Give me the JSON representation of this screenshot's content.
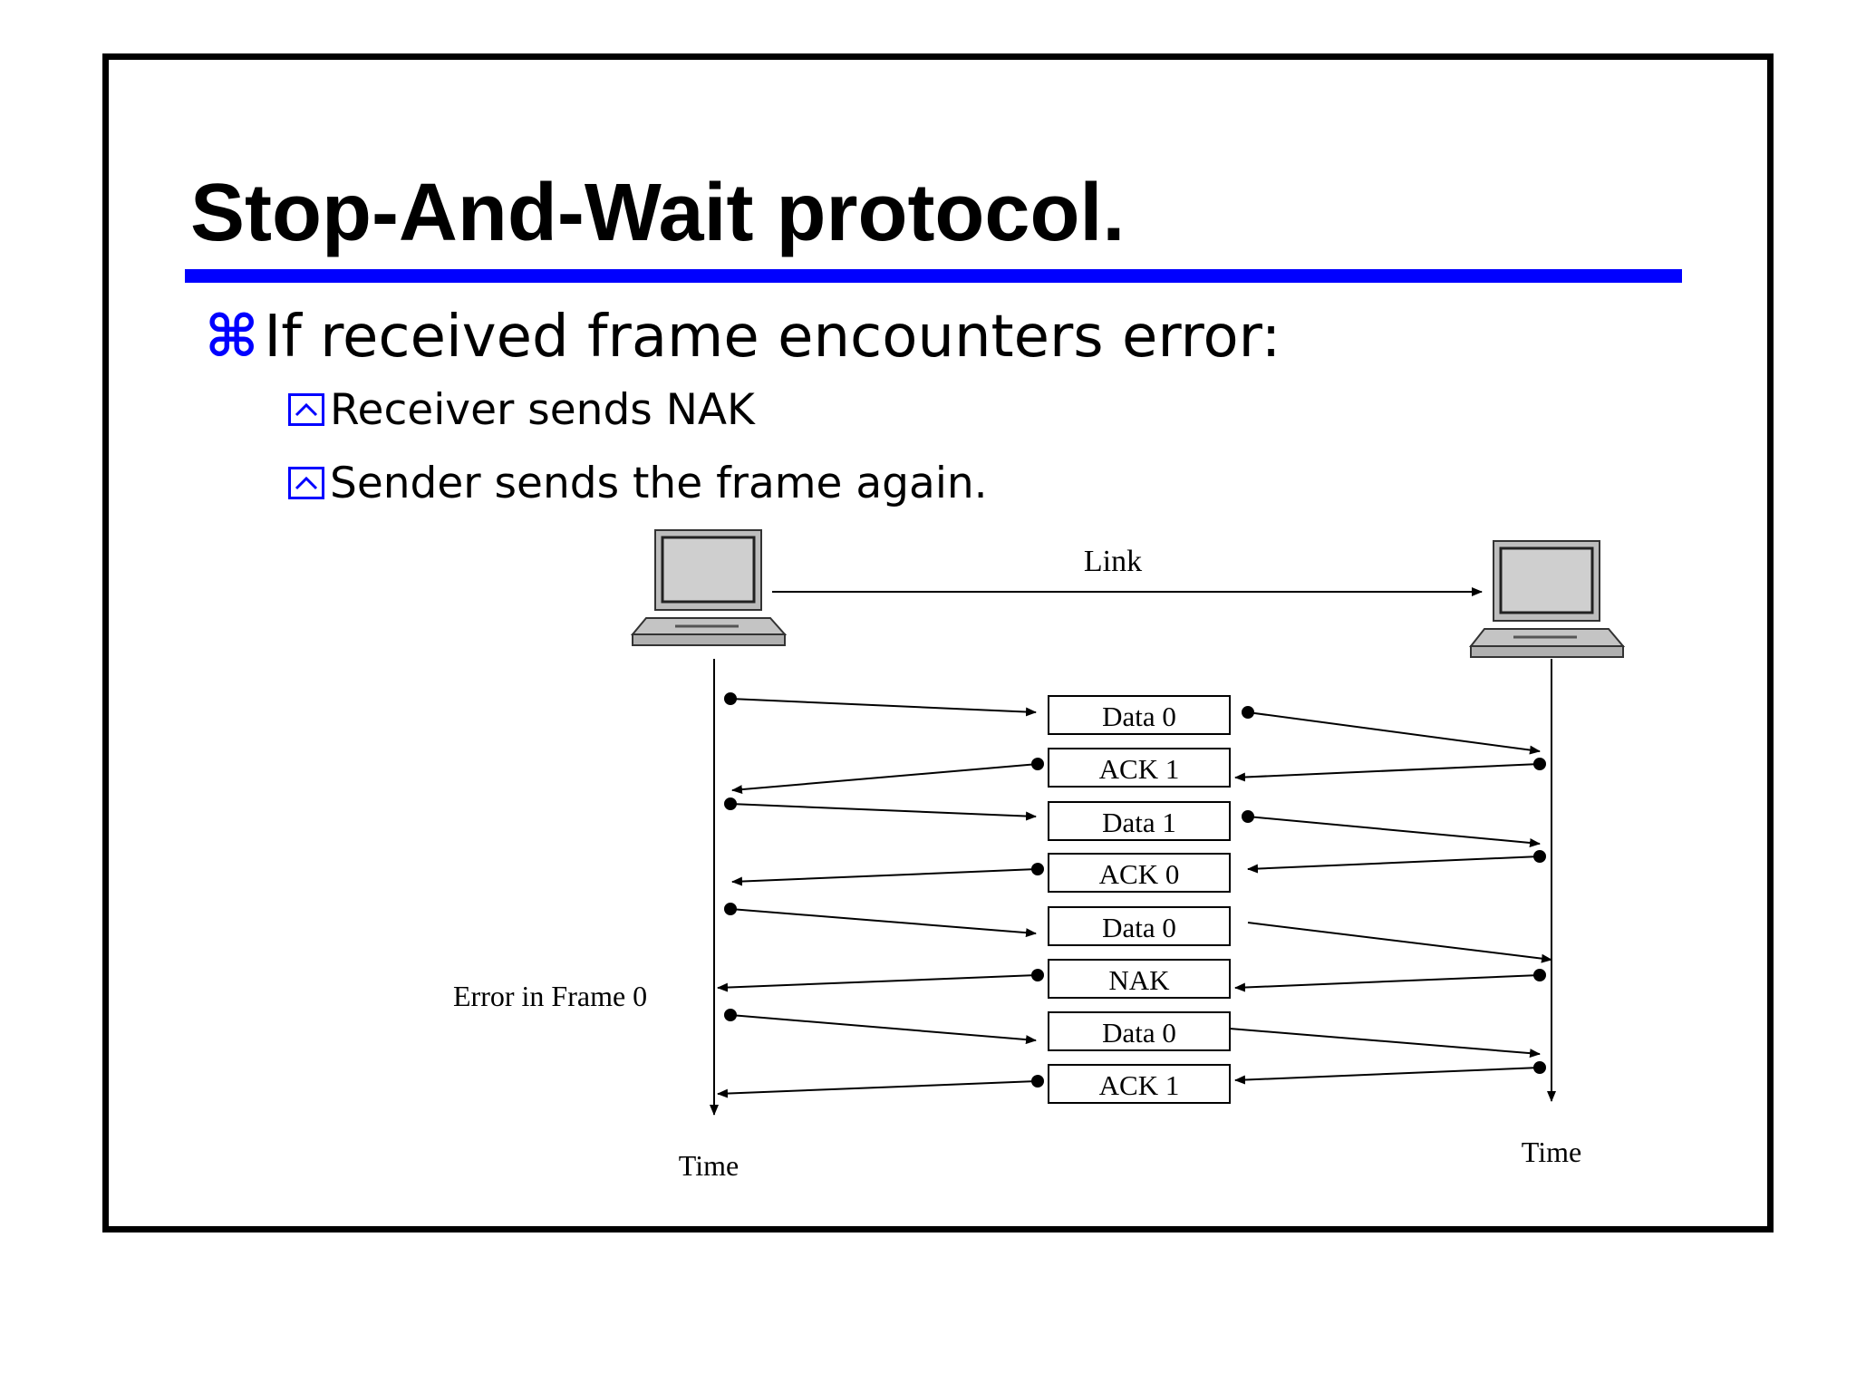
{
  "slide": {
    "title": "Stop-And-Wait protocol.",
    "bullet": "If received frame encounters error:",
    "bullet_icon": "command-icon",
    "subbullets": [
      "Receiver sends NAK",
      "Sender sends the frame again."
    ],
    "accent_color": "#0000ff"
  },
  "diagram": {
    "link_label": "Link",
    "error_label": "Error in Frame 0",
    "time_label_left": "Time",
    "time_label_right": "Time",
    "frames": [
      "Data 0",
      "ACK 1",
      "Data 1",
      "ACK 0",
      "Data 0",
      "NAK",
      "Data 0",
      "ACK 1"
    ]
  }
}
